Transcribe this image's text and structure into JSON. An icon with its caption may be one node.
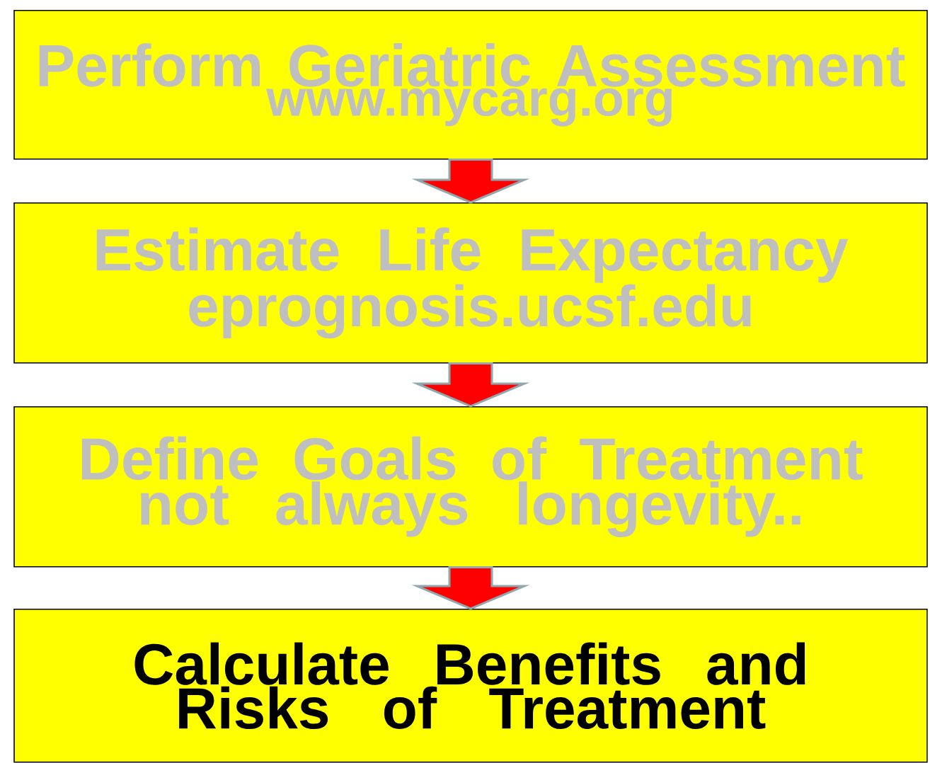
{
  "diagram": {
    "nodes": [
      {
        "text": [
          "Perform Geriatric Assessment",
          "www.mycarg.org"
        ]
      },
      {
        "text": [
          "Estimate Life Expectancy",
          "eprognosis.ucsf.edu"
        ]
      },
      {
        "text": [
          "Define Goals of Treatment",
          "not always longevity.."
        ]
      },
      {
        "text": [
          "Calculate Benefits and Risks of Treatment"
        ]
      }
    ],
    "edges": [
      {
        "from": 0,
        "to": 1,
        "arrow": "to"
      },
      {
        "from": 1,
        "to": 2,
        "arrow": "to"
      },
      {
        "from": 2,
        "to": 3,
        "arrow": "to"
      }
    ]
  }
}
